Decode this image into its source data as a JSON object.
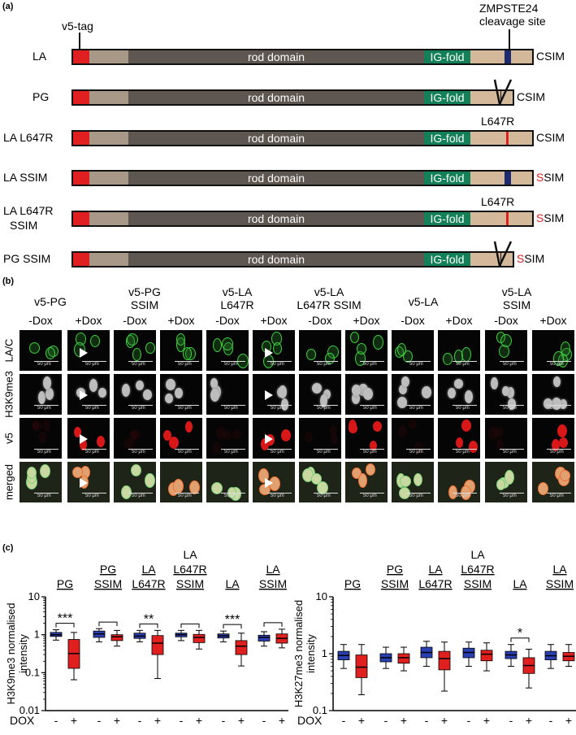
{
  "panel_a": {
    "label": "(a)",
    "v5_tag": "v5-tag",
    "zmpste_line1": "ZMPSTE24",
    "zmpste_line2": "cleavage site",
    "rod": "rod domain",
    "ig": "IG-fold",
    "constructs": [
      {
        "name_l1": "LA",
        "name_l2": "",
        "end_s": "",
        "end": "CSIM",
        "mut": ""
      },
      {
        "name_l1": "PG",
        "name_l2": "",
        "end_s": "",
        "end": "CSIM",
        "mut": ""
      },
      {
        "name_l1": "LA L647R",
        "name_l2": "",
        "end_s": "",
        "end": "CSIM",
        "mut": "L647R"
      },
      {
        "name_l1": "LA SSIM",
        "name_l2": "",
        "end_s": "S",
        "end": "SIM",
        "mut": ""
      },
      {
        "name_l1": "LA L647R",
        "name_l2": "SSIM",
        "end_s": "S",
        "end": "SIM",
        "mut": "L647R"
      },
      {
        "name_l1": "PG SSIM",
        "name_l2": "",
        "end_s": "S",
        "end": "SIM",
        "mut": ""
      }
    ]
  },
  "panel_b": {
    "label": "(b)",
    "groups": [
      {
        "l1": "v5-PG",
        "l2": ""
      },
      {
        "l1": "v5-PG",
        "l2": "SSIM"
      },
      {
        "l1": "v5-LA",
        "l2": "L647R"
      },
      {
        "l1": "v5-LA",
        "l2": "L647R SSIM"
      },
      {
        "l1": "v5-LA",
        "l2": ""
      },
      {
        "l1": "v5-LA",
        "l2": "SSIM"
      }
    ],
    "minus_dox": "-Dox",
    "plus_dox": "+Dox",
    "rows": [
      "LA/C",
      "H3K9me3",
      "v5",
      "merged"
    ],
    "scale": "50 μm"
  },
  "panel_c": {
    "label": "(c)",
    "groups": [
      {
        "l0": "",
        "l1": "",
        "l2": "PG"
      },
      {
        "l0": "",
        "l1": "PG",
        "l2": "SSIM"
      },
      {
        "l0": "",
        "l1": "LA",
        "l2": "L647R"
      },
      {
        "l0": "LA",
        "l1": "L647R",
        "l2": "SSIM"
      },
      {
        "l0": "",
        "l1": "",
        "l2": "LA"
      },
      {
        "l0": "",
        "l1": "LA",
        "l2": "SSIM"
      }
    ],
    "dox_label": "DOX",
    "minus": "-",
    "plus": "+"
  },
  "colors": {
    "minus_dox": "#2a3fb0",
    "plus_dox": "#e01f1f",
    "lamin": "#3ecf3e",
    "v5": "#d81818"
  },
  "chart_data": [
    {
      "type": "box",
      "ylabel": "H3K9me3 normalised intensity",
      "yscale": "log",
      "ylim": [
        0.01,
        10
      ],
      "yticks": [
        "0.01",
        "0.1",
        "1",
        "10"
      ],
      "categories": [
        "PG",
        "PG SSIM",
        "LA L647R",
        "LA L647R SSIM",
        "LA",
        "LA SSIM"
      ],
      "series": [
        {
          "boxes": [
            [
              0.72,
              0.9,
              1.0,
              1.15,
              1.35
            ],
            [
              0.65,
              0.85,
              1.05,
              1.25,
              1.45
            ],
            [
              0.65,
              0.8,
              0.92,
              1.1,
              1.3
            ],
            [
              0.7,
              0.88,
              1.0,
              1.1,
              1.3
            ],
            [
              0.65,
              0.82,
              0.93,
              1.05,
              1.25
            ],
            [
              0.5,
              0.68,
              0.85,
              0.97,
              1.2
            ]
          ]
        },
        {
          "boxes": [
            [
              0.065,
              0.13,
              0.32,
              0.75,
              1.15
            ],
            [
              0.5,
              0.7,
              0.88,
              1.0,
              1.3
            ],
            [
              0.07,
              0.3,
              0.6,
              0.95,
              1.3
            ],
            [
              0.42,
              0.62,
              0.85,
              1.02,
              1.3
            ],
            [
              0.15,
              0.3,
              0.5,
              0.7,
              1.1
            ],
            [
              0.45,
              0.6,
              0.8,
              1.05,
              1.4
            ]
          ]
        }
      ],
      "significance": [
        "***",
        "",
        "**",
        "",
        "***",
        ""
      ]
    },
    {
      "type": "box",
      "ylabel": "H3K27me3 normalised intensity",
      "yscale": "log",
      "ylim": [
        0.1,
        10
      ],
      "yticks": [
        "0.1",
        "1",
        "10"
      ],
      "categories": [
        "PG",
        "PG SSIM",
        "LA L647R",
        "LA L647R SSIM",
        "LA",
        "LA SSIM"
      ],
      "series": [
        {
          "boxes": [
            [
              0.55,
              0.78,
              0.93,
              1.1,
              1.45
            ],
            [
              0.55,
              0.72,
              0.85,
              1.0,
              1.3
            ],
            [
              0.6,
              0.85,
              1.05,
              1.3,
              1.65
            ],
            [
              0.6,
              0.85,
              1.05,
              1.25,
              1.6
            ],
            [
              0.6,
              0.82,
              0.95,
              1.1,
              1.45
            ],
            [
              0.55,
              0.78,
              0.92,
              1.1,
              1.45
            ]
          ]
        },
        {
          "boxes": [
            [
              0.19,
              0.38,
              0.58,
              0.95,
              1.45
            ],
            [
              0.5,
              0.68,
              0.85,
              1.0,
              1.3
            ],
            [
              0.22,
              0.52,
              0.82,
              1.1,
              1.6
            ],
            [
              0.5,
              0.75,
              0.98,
              1.15,
              1.55
            ],
            [
              0.25,
              0.45,
              0.62,
              0.85,
              1.2
            ],
            [
              0.6,
              0.75,
              0.9,
              1.05,
              1.45
            ]
          ]
        }
      ],
      "significance": [
        "",
        "",
        "",
        "",
        "*",
        ""
      ]
    }
  ]
}
